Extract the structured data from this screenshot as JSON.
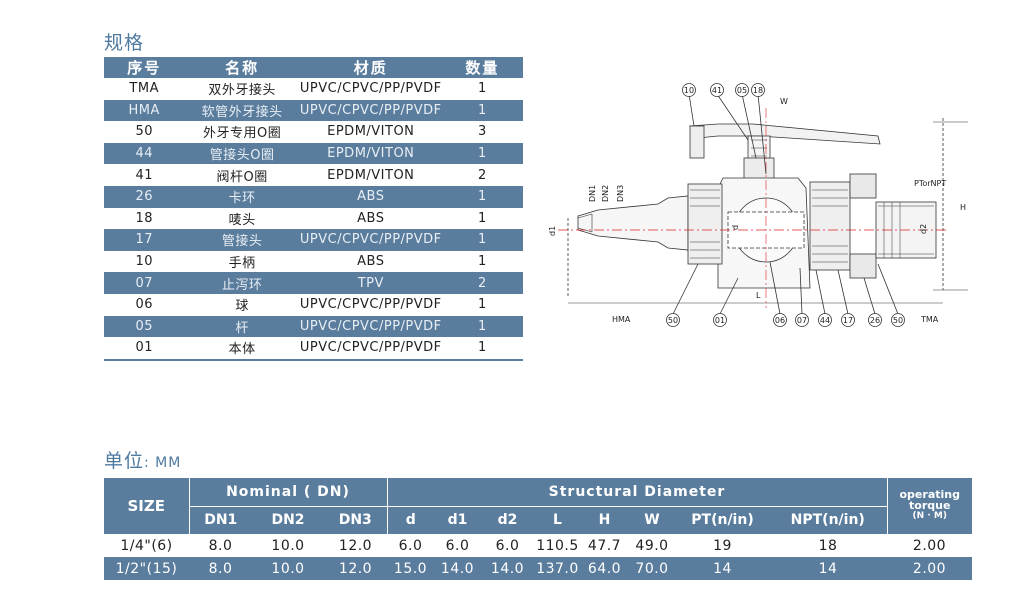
{
  "spec_title": "规格",
  "spec_table": {
    "headers": [
      "序号",
      "名称",
      "材质",
      "数量"
    ],
    "rows": [
      [
        "TMA",
        "双外牙接头",
        "UPVC/CPVC/PP/PVDF",
        "1"
      ],
      [
        "HMA",
        "软管外牙接头",
        "UPVC/CPVC/PP/PVDF",
        "1"
      ],
      [
        "50",
        "外牙专用O圈",
        "EPDM/VITON",
        "3"
      ],
      [
        "44",
        "管接头O圈",
        "EPDM/VITON",
        "1"
      ],
      [
        "41",
        "阀杆O圈",
        "EPDM/VITON",
        "2"
      ],
      [
        "26",
        "卡环",
        "ABS",
        "1"
      ],
      [
        "18",
        "唛头",
        "ABS",
        "1"
      ],
      [
        "17",
        "管接头",
        "UPVC/CPVC/PP/PVDF",
        "1"
      ],
      [
        "10",
        "手柄",
        "ABS",
        "1"
      ],
      [
        "07",
        "止泻环",
        "TPV",
        "2"
      ],
      [
        "06",
        "球",
        "UPVC/CPVC/PP/PVDF",
        "1"
      ],
      [
        "05",
        "杆",
        "UPVC/CPVC/PP/PVDF",
        "1"
      ],
      [
        "01",
        "本体",
        "UPVC/CPVC/PP/PVDF",
        "1"
      ]
    ]
  },
  "unit_title": {
    "label": "单位",
    "value": ": MM"
  },
  "dims_table": {
    "size_header": "SIZE",
    "nominal_header": "Nominal ( DN)",
    "structural_header": "Structural Diameter",
    "torque_header_lines": [
      "operating",
      "torque",
      "(N · M)"
    ],
    "sub_headers": [
      "DN1",
      "DN2",
      "DN3",
      "d",
      "d1",
      "d2",
      "L",
      "H",
      "W",
      "PT(n/in)",
      "NPT(n/in)"
    ],
    "rows": [
      [
        "1/4\"(6)",
        "8.0",
        "10.0",
        "12.0",
        "6.0",
        "6.0",
        "6.0",
        "110.5",
        "47.7",
        "49.0",
        "19",
        "18",
        "2.00"
      ],
      [
        "1/2\"(15)",
        "8.0",
        "10.0",
        "12.0",
        "15.0",
        "14.0",
        "14.0",
        "137.0",
        "64.0",
        "70.0",
        "14",
        "14",
        "2.00"
      ]
    ]
  },
  "drawing": {
    "top_callouts": [
      "10",
      "41",
      "05",
      "18"
    ],
    "bottom_callouts": [
      "50",
      "01",
      "06",
      "07",
      "44",
      "17",
      "26",
      "50"
    ],
    "left_label": "HMA",
    "right_label": "TMA",
    "thread_label": "PTorNPT",
    "dn_labels": [
      "DN1",
      "DN2",
      "DN3"
    ],
    "dim_labels": {
      "d1": "d1",
      "d": "d",
      "d2": "d2",
      "L": "L",
      "H": "H",
      "W": "W"
    }
  }
}
